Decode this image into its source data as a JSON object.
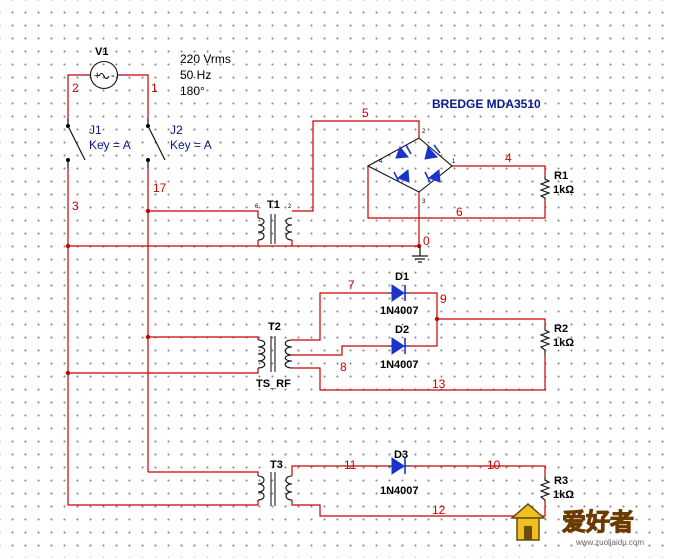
{
  "source": {
    "name": "V1",
    "voltage": "220 Vrms",
    "frequency": "50 Hz",
    "phase": "180°"
  },
  "switches": [
    {
      "name": "J1",
      "key": "Key = A"
    },
    {
      "name": "J2",
      "key": "Key = A"
    }
  ],
  "transformers": [
    "T1",
    "T2",
    "T3"
  ],
  "transformer_model": "TS_RF",
  "bridge": {
    "label": "BREDGE  MDA3510",
    "pins": [
      "1",
      "2",
      "3",
      "4"
    ]
  },
  "diodes": [
    {
      "name": "D1",
      "model": "1N4007"
    },
    {
      "name": "D2",
      "model": "1N4007"
    },
    {
      "name": "D3",
      "model": "1N4007"
    }
  ],
  "resistors": [
    {
      "name": "R1",
      "value": "1kΩ"
    },
    {
      "name": "R2",
      "value": "1kΩ"
    },
    {
      "name": "R3",
      "value": "1kΩ"
    }
  ],
  "nets": [
    "0",
    "1",
    "2",
    "3",
    "4",
    "5",
    "6",
    "7",
    "8",
    "9",
    "10",
    "11",
    "12",
    "13",
    "17"
  ],
  "watermark": {
    "text": "爱好者",
    "url": "www.zuoliaidu.com"
  },
  "colors": {
    "wire": "#cc0000",
    "component": "#111111",
    "diode": "#1a33cc",
    "label_blue": "#0a1a8c"
  }
}
